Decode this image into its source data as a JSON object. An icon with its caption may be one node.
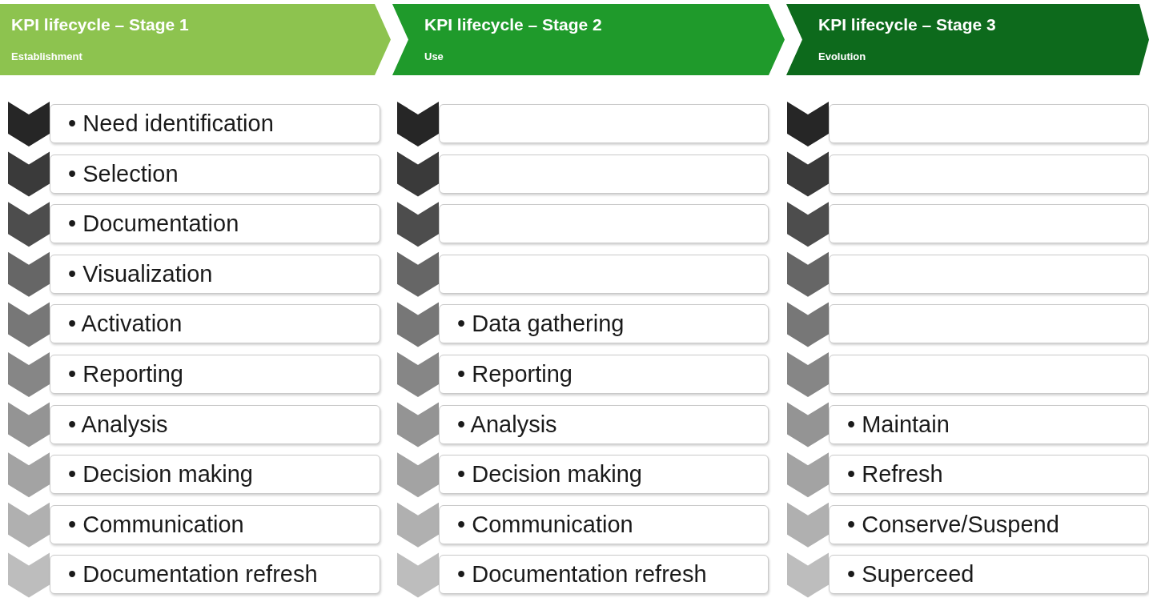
{
  "diagram": {
    "nodes": [
      {
        "text": [
          "KPI lifecycle – Stage 1",
          "Establishment"
        ]
      },
      {
        "text": [
          "KPI lifecycle – Stage 2",
          "Use"
        ]
      },
      {
        "text": [
          "KPI lifecycle – Stage 3",
          "Evolution"
        ]
      },
      {
        "text": [
          "• Need identification"
        ]
      },
      {
        "text": [
          "• Selection"
        ]
      },
      {
        "text": [
          "• Documentation"
        ]
      },
      {
        "text": [
          "• Visualization"
        ]
      },
      {
        "text": [
          "• Activation"
        ]
      },
      {
        "text": [
          "• Reporting"
        ]
      },
      {
        "text": [
          "• Analysis"
        ]
      },
      {
        "text": [
          "• Decision making"
        ]
      },
      {
        "text": [
          "• Communication"
        ]
      },
      {
        "text": [
          "• Documentation refresh"
        ]
      },
      {
        "text": [],
        "shape": "box"
      },
      {
        "text": [],
        "shape": "box"
      },
      {
        "text": [],
        "shape": "box"
      },
      {
        "text": [],
        "shape": "box"
      },
      {
        "text": [
          "• Data gathering"
        ]
      },
      {
        "text": [
          "• Reporting"
        ]
      },
      {
        "text": [
          "• Analysis"
        ]
      },
      {
        "text": [
          "• Decision making"
        ]
      },
      {
        "text": [
          "• Communication"
        ]
      },
      {
        "text": [
          "• Documentation refresh"
        ]
      },
      {
        "text": [],
        "shape": "box"
      },
      {
        "text": [],
        "shape": "box"
      },
      {
        "text": [],
        "shape": "box"
      },
      {
        "text": [],
        "shape": "box"
      },
      {
        "text": [],
        "shape": "box"
      },
      {
        "text": [],
        "shape": "box"
      },
      {
        "text": [
          "• Maintain"
        ]
      },
      {
        "text": [
          "• Refresh"
        ]
      },
      {
        "text": [
          "• Conserve/Suspend"
        ]
      },
      {
        "text": [
          "• Superceed"
        ]
      }
    ]
  }
}
